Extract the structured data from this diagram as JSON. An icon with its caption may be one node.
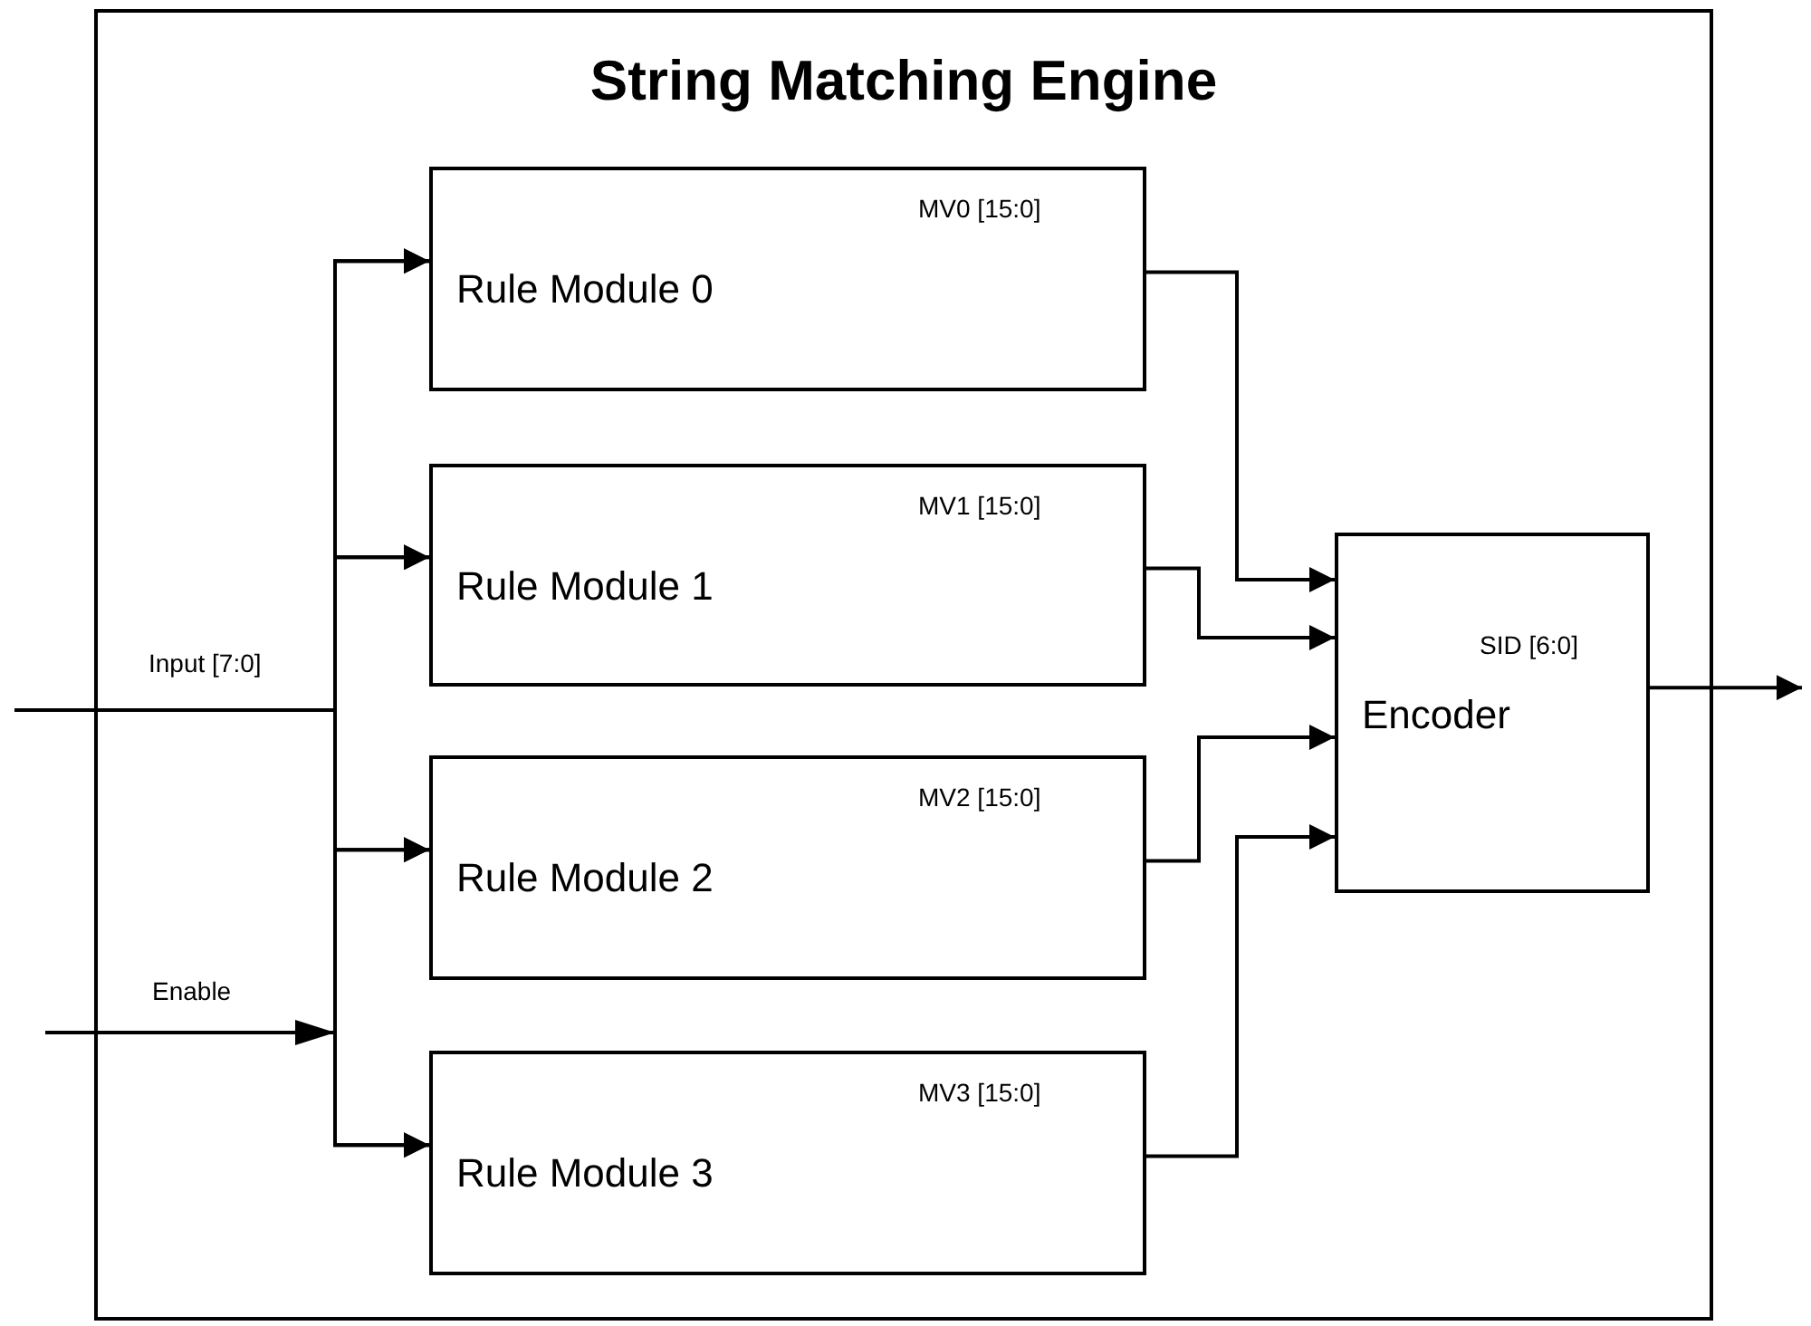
{
  "diagram": {
    "nodes": [
      {
        "text": [
          "String Matching Engine"
        ]
      },
      {
        "text": [
          "Rule Module 0",
          "MV0  [15:0]"
        ],
        "in": 0
      },
      {
        "text": [
          "Rule Module 1",
          "MV1  [15:0]"
        ],
        "in": 0
      },
      {
        "text": [
          "Rule Module 2",
          "MV2  [15:0]"
        ],
        "in": 0
      },
      {
        "text": [
          "Rule Module 3",
          "MV3  [15:0]"
        ],
        "in": 0
      },
      {
        "text": [
          "SID  [6:0]",
          "Encoder"
        ],
        "in": 0
      }
    ],
    "edges": [
      {
        "from": null,
        "to": 1,
        "arrow": "to"
      },
      {
        "from": null,
        "to": 2,
        "arrow": "to"
      },
      {
        "from": null,
        "to": 3,
        "arrow": "to"
      },
      {
        "from": null,
        "to": 4,
        "arrow": "to"
      },
      {
        "from": null,
        "to": 1,
        "arrow": "to"
      },
      {
        "from": null,
        "to": 2,
        "arrow": "to"
      },
      {
        "from": null,
        "to": 3,
        "arrow": "to"
      },
      {
        "from": null,
        "to": 4,
        "arrow": "to"
      },
      {
        "from": 1,
        "to": 5,
        "arrow": "to"
      },
      {
        "from": 2,
        "to": 5,
        "arrow": "to"
      },
      {
        "from": 3,
        "to": 5,
        "arrow": "to"
      },
      {
        "from": 4,
        "to": 5,
        "arrow": "to"
      },
      {
        "from": 5,
        "to": null,
        "arrow": "to"
      }
    ],
    "labels": [
      "Input [7:0]",
      "Enable"
    ]
  }
}
